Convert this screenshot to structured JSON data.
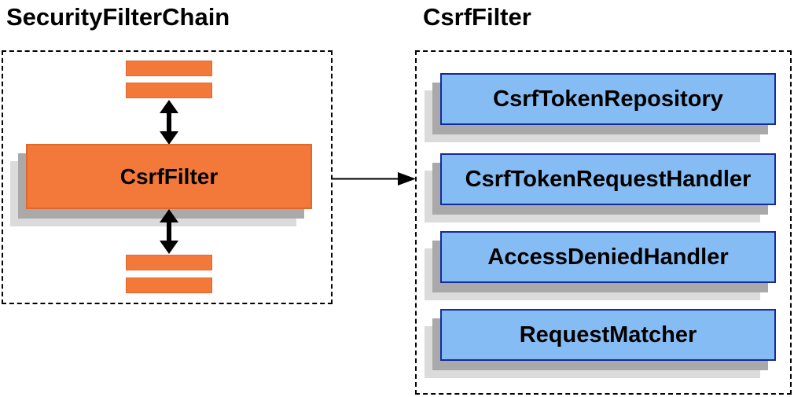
{
  "titles": {
    "left": "SecurityFilterChain",
    "right": "CsrfFilter"
  },
  "left_group": {
    "name": "SecurityFilterChain",
    "filter_box_label": "CsrfFilter",
    "placeholder_bars_above": 2,
    "placeholder_bars_below": 2
  },
  "right_group": {
    "name": "CsrfFilter",
    "components": [
      {
        "label": "CsrfTokenRepository"
      },
      {
        "label": "CsrfTokenRequestHandler"
      },
      {
        "label": "AccessDeniedHandler"
      },
      {
        "label": "RequestMatcher"
      }
    ]
  },
  "connectors": {
    "vertical": "bidirectional-arrow",
    "horizontal": "left-group-to-right-group-arrow"
  },
  "colors": {
    "orange_fill": "#F3793B",
    "orange_border": "#E4662B",
    "blue_fill": "#86BCF4",
    "blue_border": "#142C9B",
    "shadow_dark": "#A9A9A9",
    "shadow_light": "#DBDBDB",
    "group_border": "#000000",
    "connector": "#000000",
    "text": "#000000"
  }
}
